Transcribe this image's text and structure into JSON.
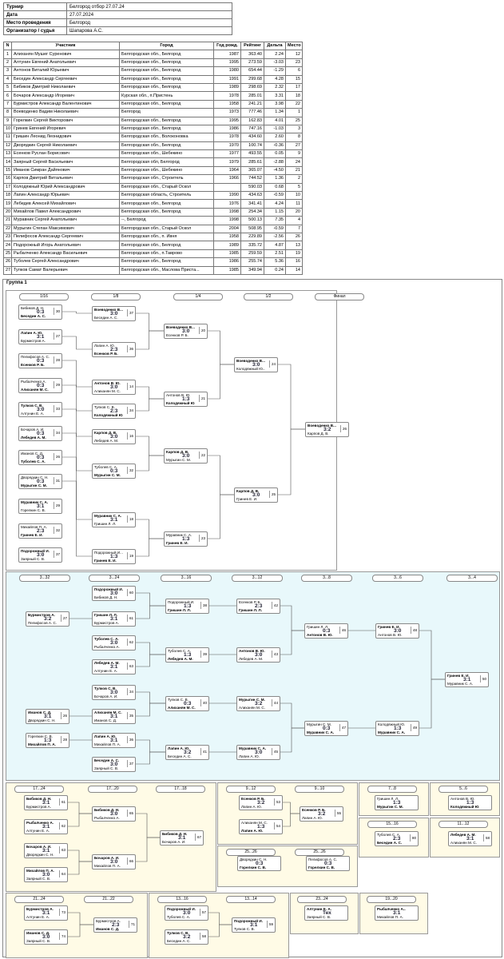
{
  "info": [
    {
      "k": "Турнир",
      "v": "Белгород отбор 27.07.24"
    },
    {
      "k": "Дата",
      "v": "27.07.2024"
    },
    {
      "k": "Место проведения",
      "v": "Белгород"
    },
    {
      "k": "Организатор / судья",
      "v": "Шапарова А.С."
    }
  ],
  "players_header": [
    "N",
    "Участник",
    "Город",
    "Год рожд.",
    "Рейтинг",
    "Дельта",
    "Место"
  ],
  "players": [
    [
      "1",
      "Алиханян Мушег Суренович",
      "Белгородская обл., Белгород",
      "1987",
      "363.40",
      "2.24",
      "12"
    ],
    [
      "2",
      "Алтунин Евгений Анатольевич",
      "Белгородская обл., Белгород",
      "1995",
      "273.59",
      "-3.03",
      "23"
    ],
    [
      "3",
      "Антонов Виталий Юрьевич",
      "Белгородская обл., Белгород",
      "1980",
      "654.44",
      "-1.29",
      "6"
    ],
    [
      "4",
      "Беседин Александр Сергеевич",
      "Белгородская обл., Белгород",
      "1991",
      "299.68",
      "4.28",
      "15"
    ],
    [
      "5",
      "Бибиков Дмитрий Николаевич",
      "Белгородская обл., Белгород",
      "1989",
      "298.69",
      "2.32",
      "17"
    ],
    [
      "6",
      "Бочаров Александр Игоревич",
      "Курская обл., п.Пристень",
      "1978",
      "285.01",
      "3.31",
      "18"
    ],
    [
      "7",
      "Бурмистров Александр Валентинович",
      "Белгородская обл., Белгород",
      "1958",
      "241.21",
      "3.98",
      "22"
    ],
    [
      "8",
      "Воеводенко Вадим Николаевич",
      "Белгород",
      "1973",
      "777.46",
      "1.34",
      "1"
    ],
    [
      "9",
      "Горелкин Сергей Викторович",
      "Белгородская обл., Белгород",
      "1995",
      "162.83",
      "4.01",
      "25"
    ],
    [
      "10",
      "Гринев Евгений Игоревич",
      "Белгородская обл., Белгород",
      "1986",
      "747.16",
      "-1.03",
      "3"
    ],
    [
      "11",
      "Гришин Леонид Леонидович",
      "Белгородская обл., Волоконовка",
      "1978",
      "434.60",
      "2.60",
      "8"
    ],
    [
      "12",
      "Дворядкин Сергей Николаевич",
      "Белгородская обл., Белгород",
      "1970",
      "100.74",
      "-0.36",
      "27"
    ],
    [
      "13",
      "Есенков Руслан Борисович",
      "Белгородская обл., Шебекино",
      "1977",
      "493.55",
      "0.05",
      "9"
    ],
    [
      "14",
      "Заярный Сергей Васильевич",
      "Белгородская обл, Белгород",
      "1979",
      "285.61",
      "-2.88",
      "24"
    ],
    [
      "15",
      "Иманов Симран Дайянович",
      "Белгородская обл., Шебекино",
      "1964",
      "365.07",
      "-4.50",
      "21"
    ],
    [
      "16",
      "Карпов Дмитрий Витальевич",
      "Белгородская обл., Строитель",
      "1966",
      "744.52",
      "1.36",
      "2"
    ],
    [
      "17",
      "Колодяжный Юрий Александрович",
      "Белгородская обл., Старый Оскол",
      "",
      "590.03",
      "0.68",
      "5"
    ],
    [
      "18",
      "Лапин Александр Юрьевич",
      "Белгородская область, Строитель",
      "1990",
      "434.63",
      "-0.59",
      "10"
    ],
    [
      "19",
      "Лебедев Алексей Михайлович",
      "Белгородская обл., Белгород",
      "1976",
      "341.41",
      "4.24",
      "11"
    ],
    [
      "20",
      "Михайлов Павел Александрович",
      "Белгородская обл., Белгород",
      "1998",
      "254.34",
      "1.15",
      "20"
    ],
    [
      "21",
      "Муравник Сергей Анатольевич",
      "--, Белгород",
      "1998",
      "500.13",
      "7.35",
      "4"
    ],
    [
      "22",
      "Мурыгин Степан Максимович",
      "Белгородская обл., Старый Оскол",
      "2004",
      "508.95",
      "-0.59",
      "7"
    ],
    [
      "23",
      "Пелифосов Александр Сергеевич",
      "Белгородская обл., п. Ивня",
      "1958",
      "229.89",
      "-2.56",
      "26"
    ],
    [
      "24",
      "Подорожный Игорь Анатольевич",
      "Белгородская обл., Белгород",
      "1989",
      "335.72",
      "4.87",
      "13"
    ],
    [
      "25",
      "Рыбалченко Александр Васильевич",
      "Белгородская обл., п.Таврово",
      "1985",
      "259.59",
      "2.51",
      "19"
    ],
    [
      "26",
      "Туболев Сергей Александрович",
      "Белгородская обл., Белгород",
      "1986",
      "255.74",
      "5.36",
      "16"
    ],
    [
      "27",
      "Тулков Самат Валерьевич",
      "Белгородская обл., Маслова Приста...",
      "1985",
      "349.94",
      "0.24",
      "14"
    ]
  ],
  "group_title": "Группа 1",
  "rounds_main": [
    "1/16",
    "1/8",
    "1/4",
    "1/2",
    "Финал"
  ],
  "rounds_cons": [
    "3...32",
    "3...24",
    "3...16",
    "3...12",
    "3...8",
    "3...6",
    "3...4"
  ],
  "rounds_low": [
    "17...24",
    "17...20",
    "17...18",
    "9...12",
    "9...10",
    "7...8",
    "5...6",
    "15...16",
    "11...12",
    "25...26",
    "25...26",
    "21...24",
    "21...22",
    "13...16",
    "13...14",
    "23...24",
    "19...20"
  ],
  "main_matches": [
    {
      "p1": "Бибиков Д. Н.",
      "p2": "Беседин А. С.",
      "s": "0:3",
      "n": "30",
      "w": 2
    },
    {
      "p1": "Лапин А. Ю.",
      "p2": "Бурмистров А.",
      "s": "3:1",
      "n": "27",
      "w": 1
    },
    {
      "p1": "Пелифосов А. С.",
      "p2": "Есенков Р. Б.",
      "s": "0:3",
      "n": "28",
      "w": 2
    },
    {
      "p1": "Рыбалченко А.",
      "p2": "Алиханян М. С.",
      "s": "0:3",
      "n": "29",
      "w": 2
    },
    {
      "p1": "Тулков С. В.",
      "p2": "Алтунин Е. А.",
      "s": "3:0",
      "n": "33",
      "w": 1
    },
    {
      "p1": "Бочаров А. И.",
      "p2": "Лебедев А. М.",
      "s": "0:3",
      "n": "34",
      "w": 2
    },
    {
      "p1": "Иманов С. Д.",
      "p2": "Туболев С. А.",
      "s": "0:3",
      "n": "26",
      "w": 2
    },
    {
      "p1": "Дворядкин С. Н.",
      "p2": "Мурыгин С. М.",
      "s": "0:3",
      "n": "31",
      "w": 2
    },
    {
      "p1": "Муравник С. А.",
      "p2": "Горелкин С. В.",
      "s": "3:1",
      "n": "29",
      "w": 1
    },
    {
      "p1": "Михайлов П. А.",
      "p2": "Гринев Е. И.",
      "s": "2:3",
      "n": "32",
      "w": 2
    },
    {
      "p1": "Подорожный И...",
      "p2": "Заярный С. В.",
      "s": "3:0",
      "n": "37",
      "w": 1
    },
    {
      "p1": "Воеводенко В...",
      "p2": "Беседин А. С.",
      "s": "3:0",
      "n": "37",
      "w": 1
    },
    {
      "p1": "Лапин А. Ю.",
      "p2": "Есенков Р. Б.",
      "s": "2:3",
      "n": "36",
      "w": 2
    },
    {
      "p1": "Антонов В. Ю.",
      "p2": "Алиханян М. С.",
      "s": "3:0",
      "n": "14",
      "w": 1
    },
    {
      "p1": "Тулков С. В.",
      "p2": "Колодяжный Ю.",
      "s": "2:3",
      "n": "34",
      "w": 2
    },
    {
      "p1": "Карпов Д. В.",
      "p2": "Лебедев А. М.",
      "s": "3:0",
      "n": "16",
      "w": 1
    },
    {
      "p1": "Туболев С. А.",
      "p2": "Мурыгин С. М.",
      "s": "0:3",
      "n": "32",
      "w": 2
    },
    {
      "p1": "Муравник С. А.",
      "p2": "Гришин Л. Л.",
      "s": "3:1",
      "n": "18",
      "w": 1
    },
    {
      "p1": "Подорожный И...",
      "p2": "Гринев Е. И.",
      "s": "1:3",
      "n": "19",
      "w": 2
    },
    {
      "p1": "Воеводенко В...",
      "p2": "Есенков Р. Б.",
      "s": "3:0",
      "n": "20",
      "w": 1
    },
    {
      "p1": "Антонов В. Ю.",
      "p2": "Колодяжный Ю.",
      "s": "1:3",
      "n": "21",
      "w": 2
    },
    {
      "p1": "Карпов Д. В.",
      "p2": "Мурыгин С. М.",
      "s": "3:0",
      "n": "22",
      "w": 1
    },
    {
      "p1": "Муравник С. А.",
      "p2": "Гринев Е. И.",
      "s": "1:3",
      "n": "23",
      "w": 2
    },
    {
      "p1": "Воеводенко В...",
      "p2": "Колодяжный Ю...",
      "s": "3:0",
      "n": "24",
      "w": 1
    },
    {
      "p1": "Карпов Д. В.",
      "p2": "Гринев Е. И.",
      "s": "3:0",
      "n": "25",
      "w": 1
    },
    {
      "p1": "Воеводенко В...",
      "p2": "Карпов Д. В.",
      "s": "3:2",
      "n": "26",
      "w": 1
    }
  ],
  "cons_matches": [
    {
      "p1": "Подорожный И...",
      "p2": "Бибиков Д. Н.",
      "s": "3:0",
      "n": "60",
      "w": 1
    },
    {
      "p1": "Бурмистров А.",
      "p2": "Пелифосов А. С.",
      "s": "3:2",
      "n": "27",
      "w": 1
    },
    {
      "p1": "Гришин Л. Л.",
      "p2": "Бурмистров А.",
      "s": "3:1",
      "n": "61",
      "w": 1
    },
    {
      "p1": "Туболев С. А.",
      "p2": "Рыбалченко А.",
      "s": "3:0",
      "n": "62",
      "w": 1
    },
    {
      "p1": "Лебедев А. М.",
      "p2": "Алтунин Е. А.",
      "s": "3:1",
      "n": "63",
      "w": 1
    },
    {
      "p1": "Тулков С. В.",
      "p2": "Бочаров А. И.",
      "s": "3:0",
      "n": "34",
      "w": 1
    },
    {
      "p1": "Иманов С. Д.",
      "p2": "Дворядкин С. Н.",
      "s": "3:1",
      "n": "26",
      "w": 1
    },
    {
      "p1": "Алиханян М. С.",
      "p2": "Иманов С. Д.",
      "s": "3:1",
      "n": "35",
      "w": 1
    },
    {
      "p1": "Горелкин С. В.",
      "p2": "Михайлов П. А.",
      "s": "1:3",
      "n": "28",
      "w": 2
    },
    {
      "p1": "Лапин А. Ю.",
      "p2": "Михайлов П. А.",
      "s": "3:1",
      "n": "36",
      "w": 1
    },
    {
      "p1": "Беседин А. С.",
      "p2": "Заярный С. В.",
      "s": "3:0",
      "n": "37",
      "w": 1
    },
    {
      "p1": "Подорожный И.",
      "p2": "Гришин Л. Л.",
      "s": "1:3",
      "n": "38",
      "w": 2
    },
    {
      "p1": "Туболев С. А.",
      "p2": "Лебедев А. М.",
      "s": "1:3",
      "n": "39",
      "w": 2
    },
    {
      "p1": "Тулков С. В.",
      "p2": "Алиханян М. С.",
      "s": "0:3",
      "n": "40",
      "w": 2
    },
    {
      "p1": "Лапин А. Ю.",
      "p2": "Беседин А. С.",
      "s": "3:2",
      "n": "41",
      "w": 1
    },
    {
      "p1": "Есенков Р. Б.",
      "p2": "Гришин Л. Л.",
      "s": "2:3",
      "n": "42",
      "w": 2
    },
    {
      "p1": "Антонов В. Ю.",
      "p2": "Лебедев А. М.",
      "s": "3:0",
      "n": "43",
      "w": 1
    },
    {
      "p1": "Мурыгин С. М.",
      "p2": "Алиханян М. С.",
      "s": "3:2",
      "n": "44",
      "w": 1
    },
    {
      "p1": "Муравник С. А.",
      "p2": "Лапин А. Ю.",
      "s": "3:0",
      "n": "45",
      "w": 1
    },
    {
      "p1": "Гришин Л. Л.",
      "p2": "Антонов В. Ю.",
      "s": "0:3",
      "n": "46",
      "w": 2
    },
    {
      "p1": "Мурыгин С. М.",
      "p2": "Муравник С. А.",
      "s": "0:3",
      "n": "47",
      "w": 2
    },
    {
      "p1": "Гринев Е. И.",
      "p2": "Антонов В. Ю.",
      "s": "3:0",
      "n": "48",
      "w": 1
    },
    {
      "p1": "Колодяжный Ю.",
      "p2": "Муравник С. А.",
      "s": "1:3",
      "n": "49",
      "w": 2
    },
    {
      "p1": "Гринев Е. И.",
      "p2": "Муравник С. А.",
      "s": "3:1",
      "n": "50",
      "w": 1
    }
  ],
  "low_matches": [
    {
      "p1": "Бибиков Д. Н.",
      "p2": "Бурмистров А.",
      "s": "3:1",
      "n": "61",
      "w": 1
    },
    {
      "p1": "Рыбалченко А.",
      "p2": "Алтунин Е. А.",
      "s": "3:1",
      "n": "62",
      "w": 1
    },
    {
      "p1": "Бочаров А. И.",
      "p2": "Дворядкин С. Н.",
      "s": "3:1",
      "n": "63",
      "w": 1
    },
    {
      "p1": "Михайлов П. А.",
      "p2": "Заярный С. В.",
      "s": "3:0",
      "n": "64",
      "w": 1
    },
    {
      "p1": "Бибиков Д. Н.",
      "p2": "Рыбалченко А.",
      "s": "3:0",
      "n": "65",
      "w": 1
    },
    {
      "p1": "Бочаров А. И.",
      "p2": "Михайлов П. А.",
      "s": "3:0",
      "n": "66",
      "w": 1
    },
    {
      "p1": "Бибиков Д. Н.",
      "p2": "Бочаров А. И.",
      "s": "3:1",
      "n": "67",
      "w": 1
    },
    {
      "p1": "Есенков Р. Б.",
      "p2": "Лапин А. Ю.",
      "s": "3:2",
      "n": "53",
      "w": 1
    },
    {
      "p1": "Алиханян М. С.",
      "p2": "Лапин А. Ю.",
      "s": "1:3",
      "n": "54",
      "w": 2
    },
    {
      "p1": "Есенков Р. Б.",
      "p2": "Лапин А. Ю.",
      "s": "3:2",
      "n": "55",
      "w": 1
    },
    {
      "p1": "Гришин Л. Л.",
      "p2": "Мурыгин С. М.",
      "s": "1:3",
      "n": "",
      "w": 2
    },
    {
      "p1": "Антонов В. Ю.",
      "p2": "Колодяжный Ю.",
      "s": "1:3",
      "n": "",
      "w": 2
    },
    {
      "p1": "Туболев С. А.",
      "p2": "Беседин А. С.",
      "s": "2:3",
      "n": "80",
      "w": 2
    },
    {
      "p1": "Лебедев А. М.",
      "p2": "Алиханян М. С.",
      "s": "3:1",
      "n": "58",
      "w": 1
    },
    {
      "p1": "Дворядкин С. Н.",
      "p2": "Горелкин С. В.",
      "s": "0:3",
      "n": "",
      "w": 2
    },
    {
      "p1": "Пелифосов А. С.",
      "p2": "Горелкин С. В.",
      "s": "0:3",
      "n": "",
      "w": 2
    },
    {
      "p1": "Бурмистров А.",
      "p2": "Алтунин Е. А.",
      "s": "3:1",
      "n": "73",
      "w": 1
    },
    {
      "p1": "Иманов С. Д.",
      "p2": "Заярный С. В.",
      "s": "3:0",
      "n": "74",
      "w": 1
    },
    {
      "p1": "Бурмистров А.",
      "p2": "Иманов С. Д.",
      "s": "2:3",
      "n": "71",
      "w": 2
    },
    {
      "p1": "Подорожный И...",
      "p2": "Туболев С. А.",
      "s": "3:0",
      "n": "57",
      "w": 1
    },
    {
      "p1": "Тулков С. В.",
      "p2": "Беседин А. С.",
      "s": "3:2",
      "n": "58",
      "w": 1
    },
    {
      "p1": "Подорожный И...",
      "p2": "Тулков С. В.",
      "s": "3:1",
      "n": "59",
      "w": 1
    },
    {
      "p1": "Алтунин Е. А.",
      "p2": "Заярный С. В.",
      "s": "Тех",
      "n": "",
      "w": 1
    },
    {
      "p1": "Рыбалченко А...",
      "p2": "Михайлов П. А.",
      "s": "3:1",
      "n": "",
      "w": 1
    }
  ]
}
